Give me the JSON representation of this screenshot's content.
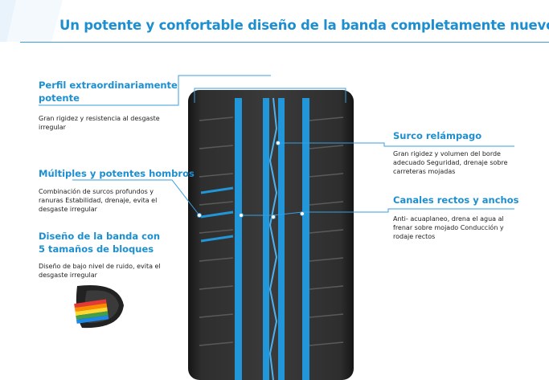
{
  "header": {
    "title": "Un potente y confortable diseño de la banda completamente nuevo"
  },
  "features": [
    {
      "title_lines": [
        "Perfil extraordinariamente",
        "potente"
      ],
      "description_lines": [
        "Gran rigidez y resistencia al desgaste",
        "irregular"
      ]
    },
    {
      "title_lines": [
        "Múltiples y potentes hombros"
      ],
      "description_lines": [
        "Combinación de surcos profundos y",
        "ranuras Estabilidad, drenaje, evita el",
        "desgaste irregular"
      ]
    },
    {
      "title_lines": [
        "Diseño de la banda con",
        "5 tamaños de bloques"
      ],
      "description_lines": [
        "Diseño de bajo nivel de ruido, evita el",
        "desgaste irregular"
      ]
    },
    {
      "title_lines": [
        "Surco relámpago"
      ],
      "description_lines": [
        "Gran rigidez y volumen del borde",
        "adecuado Seguridad, drenaje sobre",
        "carreteras mojadas"
      ]
    },
    {
      "title_lines": [
        "Canales rectos y anchos"
      ],
      "description_lines": [
        "Anti- acuaplaneo, drena el agua al",
        "frenar sobre mojado Conducción y",
        "rodaje rectos"
      ]
    }
  ],
  "colors": {
    "accent": "#1d8fd0",
    "groove": "#2196d8",
    "tire": "#2a2a2a"
  },
  "thumbnail": {
    "icon": "tire-block-colors-icon"
  }
}
